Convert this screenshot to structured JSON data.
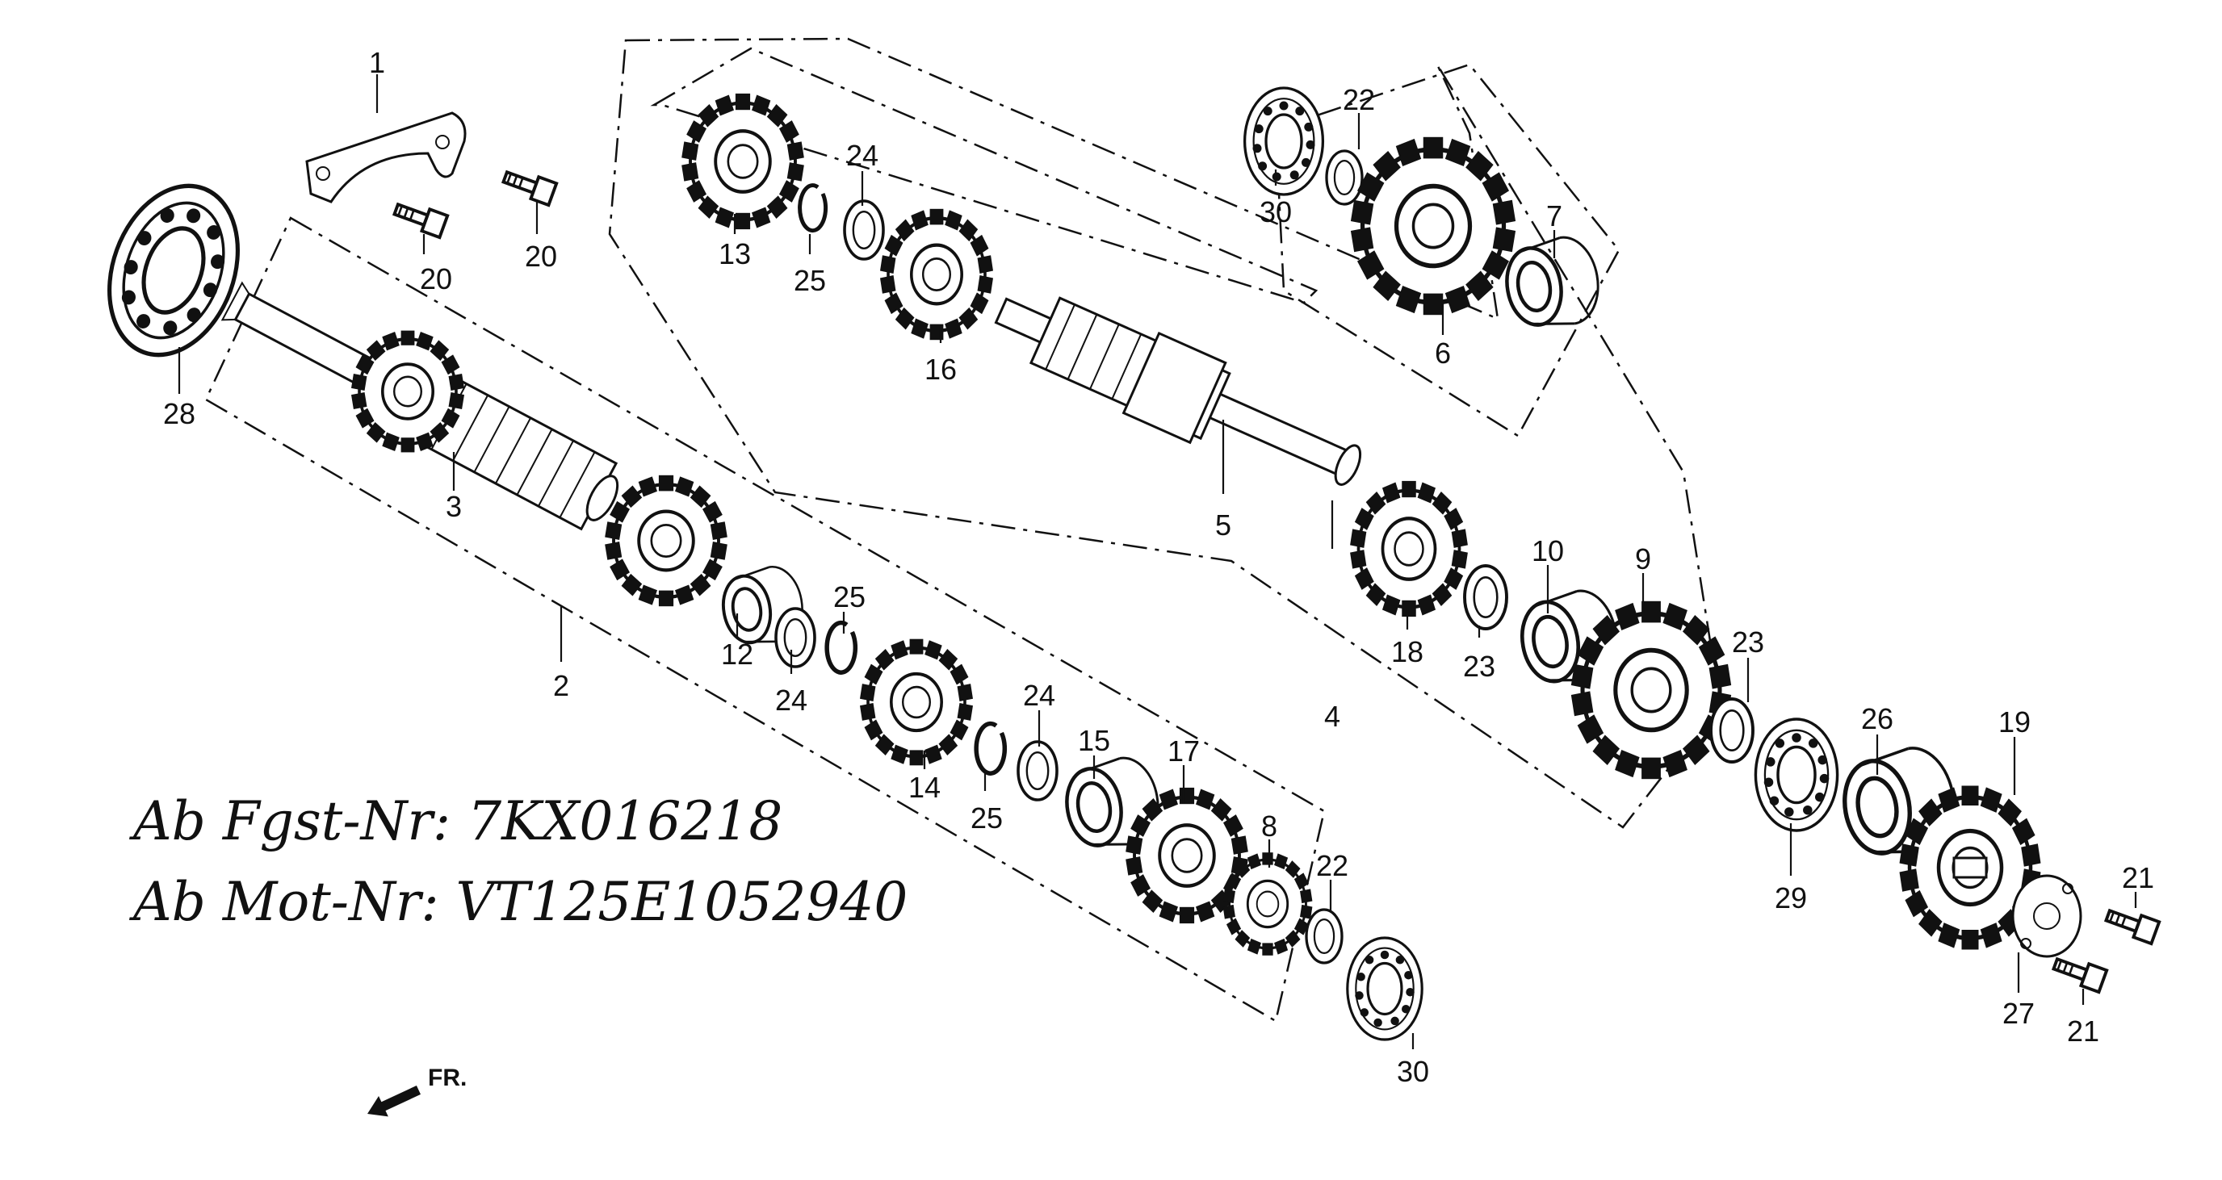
{
  "labels": [
    "1",
    "2",
    "3",
    "4",
    "5",
    "6",
    "7",
    "8",
    "9",
    "10",
    "12",
    "13",
    "14",
    "15",
    "16",
    "17",
    "18",
    "19",
    "20",
    "20",
    "21",
    "21",
    "22",
    "22",
    "23",
    "23",
    "24",
    "24",
    "24",
    "25",
    "25",
    "25",
    "26",
    "27",
    "28",
    "29",
    "30",
    "30"
  ],
  "notes": {
    "line1": "Ab Fgst-Nr: 7KX016218",
    "line2": "Ab Mot-Nr: VT125E1052940"
  },
  "direction": {
    "label": "FR."
  }
}
